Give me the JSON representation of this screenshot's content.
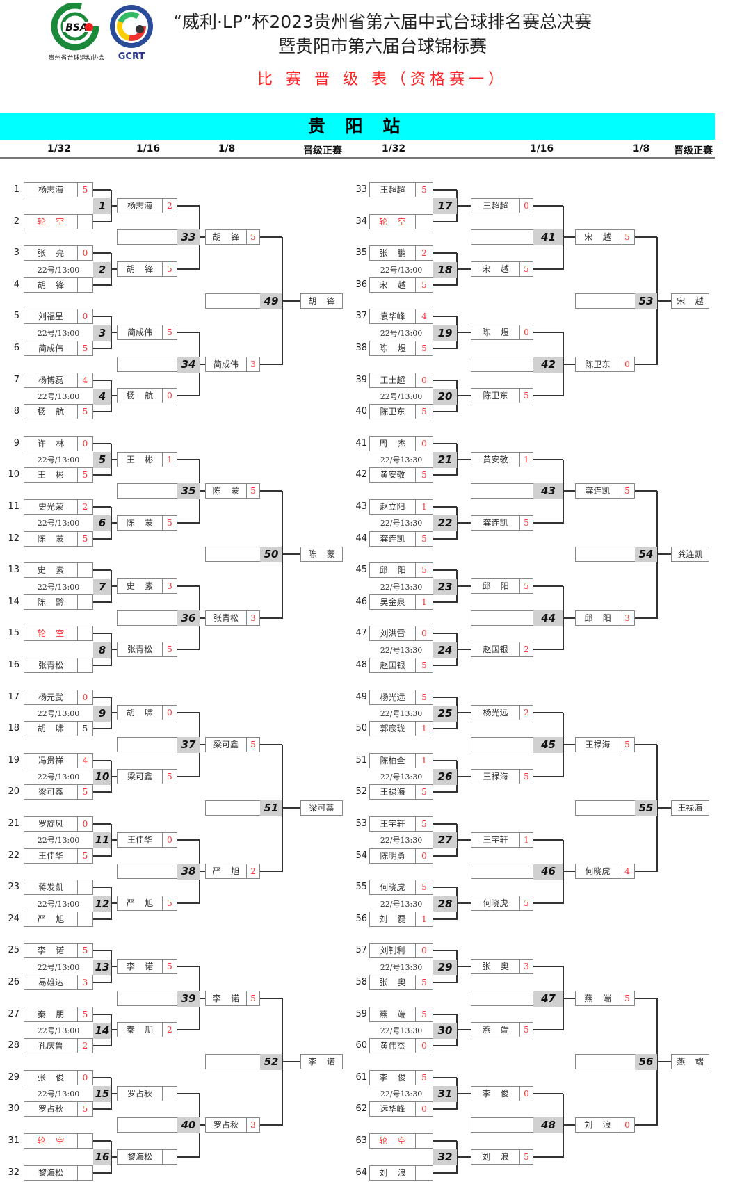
{
  "header": {
    "title_line1": "“威利·LP”杯2023贵州省第六届中式台球排名赛总决赛",
    "title_line2": "暨贵阳市第六届台球锦标赛",
    "subtitle": "比 赛 晋 级 表（资格赛一）",
    "logo_left_text": "贵州省台球运动协会",
    "logo_left_mark": "BSA",
    "logo_right_text": "GCRT",
    "station": "贵 阳 站"
  },
  "columns": [
    "1/32",
    "1/16",
    "1/8",
    "晋级正赛",
    "1/32",
    "1/16",
    "1/8",
    "晋级正赛"
  ],
  "colors": {
    "band": "#00ffff",
    "score": "#ff3333",
    "bye": "#ff3333",
    "match_box": "#d0d0d0"
  },
  "left": {
    "slots": [
      {
        "seed": "1",
        "name": "杨志海",
        "score": "5"
      },
      {
        "seed": "2",
        "name": "轮 空",
        "score": ""
      },
      {
        "seed": "3",
        "name": "张 亮",
        "score": "0"
      },
      {
        "seed": "4",
        "name": "胡 锋",
        "score": ""
      },
      {
        "seed": "5",
        "name": "刘福星",
        "score": "0"
      },
      {
        "seed": "6",
        "name": "简成伟",
        "score": "5"
      },
      {
        "seed": "7",
        "name": "杨博磊",
        "score": "4"
      },
      {
        "seed": "8",
        "name": "杨 航",
        "score": "5"
      },
      {
        "seed": "9",
        "name": "许 林",
        "score": "0"
      },
      {
        "seed": "10",
        "name": "王 彬",
        "score": "5"
      },
      {
        "seed": "11",
        "name": "史光荣",
        "score": "2"
      },
      {
        "seed": "12",
        "name": "陈 蒙",
        "score": "5"
      },
      {
        "seed": "13",
        "name": "史 素",
        "score": ""
      },
      {
        "seed": "14",
        "name": "陈 黔",
        "score": ""
      },
      {
        "seed": "15",
        "name": "轮 空",
        "score": ""
      },
      {
        "seed": "16",
        "name": "张青松",
        "score": ""
      },
      {
        "seed": "17",
        "name": "杨元武",
        "score": "0"
      },
      {
        "seed": "18",
        "name": "胡 啸",
        "score": "5",
        "plain": true
      },
      {
        "seed": "19",
        "name": "冯贵祥",
        "score": "4"
      },
      {
        "seed": "20",
        "name": "梁可鑫",
        "score": "5"
      },
      {
        "seed": "21",
        "name": "罗旋风",
        "score": "0"
      },
      {
        "seed": "22",
        "name": "王佳华",
        "score": "5"
      },
      {
        "seed": "23",
        "name": "蒋发凯",
        "score": ""
      },
      {
        "seed": "24",
        "name": "严 旭",
        "score": ""
      },
      {
        "seed": "25",
        "name": "李 诺",
        "score": "5"
      },
      {
        "seed": "26",
        "name": "易雄达",
        "score": "3"
      },
      {
        "seed": "27",
        "name": "秦 朋",
        "score": "5"
      },
      {
        "seed": "28",
        "name": "孔庆鲁",
        "score": "2"
      },
      {
        "seed": "29",
        "name": "张 俊",
        "score": "0"
      },
      {
        "seed": "30",
        "name": "罗占秋",
        "score": "5"
      },
      {
        "seed": "31",
        "name": "轮 空",
        "score": ""
      },
      {
        "seed": "32",
        "name": "黎海松",
        "score": ""
      }
    ],
    "r1_matches": [
      {
        "no": "1",
        "time": ""
      },
      {
        "no": "2",
        "time": "22号/13:00"
      },
      {
        "no": "3",
        "time": "22号/13:00"
      },
      {
        "no": "4",
        "time": "22号/13:00"
      },
      {
        "no": "5",
        "time": "22号/13:00"
      },
      {
        "no": "6",
        "time": "22号/13:00"
      },
      {
        "no": "7",
        "time": "22号/13:00"
      },
      {
        "no": "8",
        "time": ""
      },
      {
        "no": "9",
        "time": "22号/13:00"
      },
      {
        "no": "10",
        "time": "22号/13:00"
      },
      {
        "no": "11",
        "time": "22号/13:00"
      },
      {
        "no": "12",
        "time": "22号/13:00"
      },
      {
        "no": "13",
        "time": "22号/13:00"
      },
      {
        "no": "14",
        "time": "22号/13:00"
      },
      {
        "no": "15",
        "time": "22号/13:00"
      },
      {
        "no": "16",
        "time": ""
      }
    ],
    "r2": [
      {
        "name": "杨志海",
        "score": "2"
      },
      {
        "name": "胡 锋",
        "score": "5"
      },
      {
        "name": "简成伟",
        "score": "5"
      },
      {
        "name": "杨 航",
        "score": "0"
      },
      {
        "name": "王 彬",
        "score": "1"
      },
      {
        "name": "陈 蒙",
        "score": "5"
      },
      {
        "name": "史 素",
        "score": "3"
      },
      {
        "name": "张青松",
        "score": "5"
      },
      {
        "name": "胡 啸",
        "score": "0"
      },
      {
        "name": "梁可鑫",
        "score": "5"
      },
      {
        "name": "王佳华",
        "score": "0"
      },
      {
        "name": "严 旭",
        "score": "5"
      },
      {
        "name": "李 诺",
        "score": "5"
      },
      {
        "name": "秦 朋",
        "score": "2"
      },
      {
        "name": "罗占秋",
        "score": ""
      },
      {
        "name": "黎海松",
        "score": ""
      }
    ],
    "r2_matches": [
      "33",
      "34",
      "35",
      "36",
      "37",
      "38",
      "39",
      "40"
    ],
    "r3": [
      {
        "name": "胡 锋",
        "score": "5"
      },
      {
        "name": "简成伟",
        "score": "3"
      },
      {
        "name": "陈 蒙",
        "score": "5"
      },
      {
        "name": "张青松",
        "score": "3"
      },
      {
        "name": "梁可鑫",
        "score": "5"
      },
      {
        "name": "严 旭",
        "score": "2"
      },
      {
        "name": "李 诺",
        "score": "5"
      },
      {
        "name": "罗占秋",
        "score": "3"
      }
    ],
    "r3_matches": [
      "49",
      "50",
      "51",
      "52"
    ],
    "final": [
      "胡 锋",
      "陈 蒙",
      "梁可鑫",
      "李 诺"
    ]
  },
  "right": {
    "slots": [
      {
        "seed": "33",
        "name": "王超超",
        "score": "5"
      },
      {
        "seed": "34",
        "name": "轮 空",
        "score": ""
      },
      {
        "seed": "35",
        "name": "张 鹏",
        "score": "2"
      },
      {
        "seed": "36",
        "name": "宋 越",
        "score": "5"
      },
      {
        "seed": "37",
        "name": "袁华峰",
        "score": "4"
      },
      {
        "seed": "38",
        "name": "陈 煜",
        "score": "5"
      },
      {
        "seed": "39",
        "name": "王士超",
        "score": "0"
      },
      {
        "seed": "40",
        "name": "陈卫东",
        "score": "5"
      },
      {
        "seed": "41",
        "name": "周 杰",
        "score": "0"
      },
      {
        "seed": "42",
        "name": "黄安敬",
        "score": "5"
      },
      {
        "seed": "43",
        "name": "赵立阳",
        "score": "1"
      },
      {
        "seed": "44",
        "name": "龚连凯",
        "score": "5"
      },
      {
        "seed": "45",
        "name": "邱 阳",
        "score": "5"
      },
      {
        "seed": "46",
        "name": "吴金泉",
        "score": "1"
      },
      {
        "seed": "47",
        "name": "刘洪雷",
        "score": "0"
      },
      {
        "seed": "48",
        "name": "赵国银",
        "score": "5"
      },
      {
        "seed": "49",
        "name": "杨光远",
        "score": "5"
      },
      {
        "seed": "50",
        "name": "郭宸珑",
        "score": "1"
      },
      {
        "seed": "51",
        "name": "陈柏全",
        "score": "1"
      },
      {
        "seed": "52",
        "name": "王禄海",
        "score": "5"
      },
      {
        "seed": "53",
        "name": "王宇轩",
        "score": "5"
      },
      {
        "seed": "54",
        "name": "陈明勇",
        "score": "0"
      },
      {
        "seed": "55",
        "name": "何晓虎",
        "score": "5"
      },
      {
        "seed": "56",
        "name": "刘 磊",
        "score": "1"
      },
      {
        "seed": "57",
        "name": "刘钊利",
        "score": "0"
      },
      {
        "seed": "58",
        "name": "张 奥",
        "score": "5"
      },
      {
        "seed": "59",
        "name": "燕 端",
        "score": "5"
      },
      {
        "seed": "60",
        "name": "黄伟杰",
        "score": "0"
      },
      {
        "seed": "61",
        "name": "李 俊",
        "score": "5"
      },
      {
        "seed": "62",
        "name": "远华峰",
        "score": "0"
      },
      {
        "seed": "63",
        "name": "轮 空",
        "score": ""
      },
      {
        "seed": "64",
        "name": "刘 浪",
        "score": ""
      }
    ],
    "r1_matches": [
      {
        "no": "17",
        "time": ""
      },
      {
        "no": "18",
        "time": "22号/13:00"
      },
      {
        "no": "19",
        "time": "22号/13:00"
      },
      {
        "no": "20",
        "time": "22号/13:00"
      },
      {
        "no": "21",
        "time": "22/号13:30"
      },
      {
        "no": "22",
        "time": "22/号13:30"
      },
      {
        "no": "23",
        "time": "22/号13:30"
      },
      {
        "no": "24",
        "time": "22/号13:30"
      },
      {
        "no": "25",
        "time": "22/号13:30"
      },
      {
        "no": "26",
        "time": "22/号13:30"
      },
      {
        "no": "27",
        "time": "22/号13:30"
      },
      {
        "no": "28",
        "time": "22/号13:30"
      },
      {
        "no": "29",
        "time": "22/号13:30"
      },
      {
        "no": "30",
        "time": "22/号13:30"
      },
      {
        "no": "31",
        "time": "22/号13:30"
      },
      {
        "no": "32",
        "time": ""
      }
    ],
    "r2": [
      {
        "name": "王超超",
        "score": "0"
      },
      {
        "name": "宋 越",
        "score": "5"
      },
      {
        "name": "陈 煜",
        "score": "0"
      },
      {
        "name": "陈卫东",
        "score": "5"
      },
      {
        "name": "黄安敬",
        "score": "1"
      },
      {
        "name": "龚连凯",
        "score": "5"
      },
      {
        "name": "邱 阳",
        "score": "5"
      },
      {
        "name": "赵国银",
        "score": "2"
      },
      {
        "name": "杨光远",
        "score": "2"
      },
      {
        "name": "王禄海",
        "score": "5"
      },
      {
        "name": "王宇轩",
        "score": "1"
      },
      {
        "name": "何晓虎",
        "score": "5"
      },
      {
        "name": "张 奥",
        "score": "3"
      },
      {
        "name": "燕 端",
        "score": "5"
      },
      {
        "name": "李 俊",
        "score": "0"
      },
      {
        "name": "刘 浪",
        "score": "5"
      }
    ],
    "r2_matches": [
      "41",
      "42",
      "43",
      "44",
      "45",
      "46",
      "47",
      "48"
    ],
    "r3": [
      {
        "name": "宋 越",
        "score": "5"
      },
      {
        "name": "陈卫东",
        "score": "0"
      },
      {
        "name": "龚连凯",
        "score": "5"
      },
      {
        "name": "邱 阳",
        "score": "3"
      },
      {
        "name": "王禄海",
        "score": "5"
      },
      {
        "name": "何晓虎",
        "score": "4"
      },
      {
        "name": "燕 端",
        "score": "5"
      },
      {
        "name": "刘 浪",
        "score": "0"
      }
    ],
    "r3_matches": [
      "53",
      "54",
      "55",
      "56"
    ],
    "final": [
      "宋 越",
      "龚连凯",
      "王禄海",
      "燕 端"
    ]
  }
}
